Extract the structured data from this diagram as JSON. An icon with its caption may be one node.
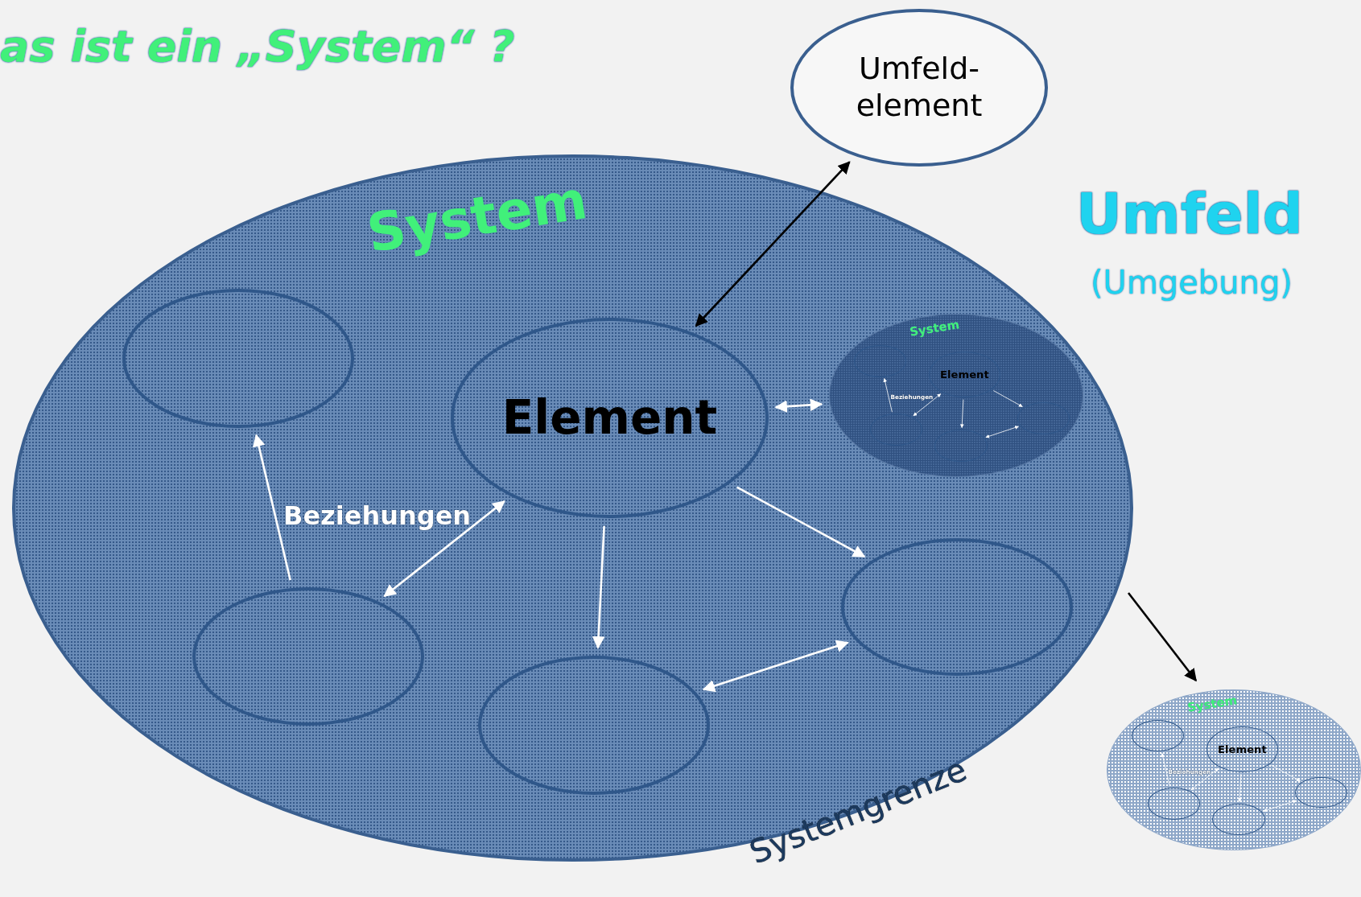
{
  "diagram": {
    "title": "as ist ein „System“ ?",
    "nodes": [
      {
        "text": [
          "System"
        ]
      },
      {
        "text": [
          "Element"
        ],
        "in": 0
      },
      {
        "text": [],
        "shape": "ellipse",
        "in": 0
      },
      {
        "text": [],
        "shape": "ellipse",
        "in": 0
      },
      {
        "text": [],
        "shape": "ellipse",
        "in": 0
      },
      {
        "text": [],
        "shape": "ellipse",
        "in": 0
      },
      {
        "text": [
          "System"
        ],
        "in": 0
      },
      {
        "text": [
          "Element"
        ],
        "in": 6
      },
      {
        "text": [],
        "shape": "ellipse",
        "in": 6
      },
      {
        "text": [],
        "shape": "ellipse",
        "in": 6
      },
      {
        "text": [],
        "shape": "ellipse",
        "in": 6
      },
      {
        "text": [],
        "shape": "ellipse",
        "in": 6
      },
      {
        "text": [
          "Umfeld- element"
        ]
      },
      {
        "text": [
          "System"
        ]
      },
      {
        "text": [
          "Element"
        ],
        "in": 13
      },
      {
        "text": [],
        "shape": "ellipse",
        "in": 13
      },
      {
        "text": [],
        "shape": "ellipse",
        "in": 13
      },
      {
        "text": [],
        "shape": "ellipse",
        "in": 13
      },
      {
        "text": [],
        "shape": "ellipse",
        "in": 13
      }
    ],
    "edges": [
      {
        "from": 12,
        "to": 1,
        "arrow": "both",
        "color": "#000000"
      },
      {
        "from": 3,
        "to": 2,
        "arrow": "to"
      },
      {
        "from": 3,
        "to": 1,
        "arrow": "both"
      },
      {
        "from": 1,
        "to": 4,
        "arrow": "to"
      },
      {
        "from": 1,
        "to": 6,
        "arrow": "both"
      },
      {
        "from": 1,
        "to": 5,
        "arrow": "to"
      },
      {
        "from": 4,
        "to": 5,
        "arrow": "both"
      },
      {
        "from": 9,
        "to": 8,
        "arrow": "to"
      },
      {
        "from": 9,
        "to": 7,
        "arrow": "both"
      },
      {
        "from": 7,
        "to": 10,
        "arrow": "to"
      },
      {
        "from": 7,
        "to": 11,
        "arrow": "to"
      },
      {
        "from": 10,
        "to": 11,
        "arrow": "both"
      },
      {
        "from": 0,
        "to": 13,
        "arrow": "to",
        "color": "#000000"
      },
      {
        "from": 16,
        "to": 15,
        "arrow": "to"
      },
      {
        "from": 16,
        "to": 14,
        "arrow": "both"
      },
      {
        "from": 14,
        "to": 17,
        "arrow": "to"
      },
      {
        "from": 14,
        "to": 18,
        "arrow": "to"
      },
      {
        "from": 17,
        "to": 18,
        "arrow": "both"
      }
    ],
    "labels": [
      "Umfeld",
      "(Umgebung)",
      "Beziehungen",
      "Beziehungen",
      "Beziehungen",
      "Systemgrenze"
    ]
  }
}
